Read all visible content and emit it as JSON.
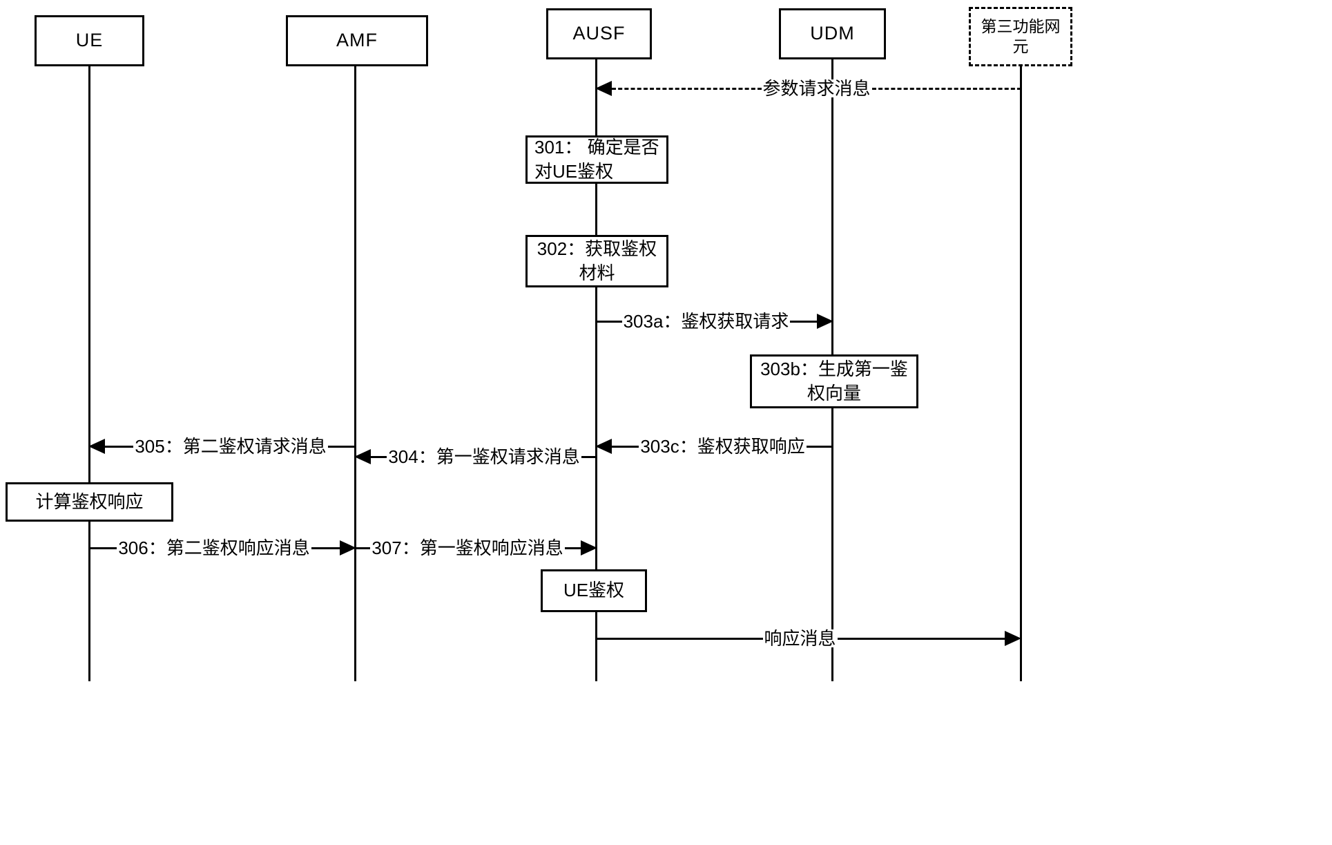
{
  "diagram": {
    "title": "5G authentication sequence diagram",
    "stroke_color": "#000000",
    "background_color": "#ffffff"
  },
  "actors": [
    {
      "id": "ue",
      "label": "UE",
      "style": "solid"
    },
    {
      "id": "amf",
      "label": "AMF",
      "style": "solid"
    },
    {
      "id": "ausf",
      "label": "AUSF",
      "style": "solid"
    },
    {
      "id": "udm",
      "label": "UDM",
      "style": "solid"
    },
    {
      "id": "third",
      "label": "第三功能网元",
      "style": "dashed"
    }
  ],
  "notes": [
    {
      "id": "n301",
      "line1": "301： 确定是否",
      "line2": "对UE鉴权",
      "align": "left"
    },
    {
      "id": "n302",
      "line1": "302：获取鉴权",
      "line2": "材料",
      "align": "center"
    },
    {
      "id": "n303b",
      "line1": "303b：生成第一鉴",
      "line2": "权向量",
      "align": "center"
    },
    {
      "id": "ncalc",
      "line1": "计算鉴权响应",
      "line2": "",
      "align": "center"
    },
    {
      "id": "nauth",
      "line1": "UE鉴权",
      "line2": "",
      "align": "center"
    }
  ],
  "messages": [
    {
      "id": "m_param",
      "label": "参数请求消息",
      "from": "third",
      "to": "ausf",
      "style": "dashed",
      "direction": "left"
    },
    {
      "id": "m_303a",
      "label": "303a：鉴权获取请求",
      "from": "ausf",
      "to": "udm",
      "style": "solid",
      "direction": "right"
    },
    {
      "id": "m_305",
      "label": "305：第二鉴权请求消息",
      "from": "amf",
      "to": "ue",
      "style": "solid",
      "direction": "left"
    },
    {
      "id": "m_304",
      "label": "304：第一鉴权请求消息",
      "from": "ausf",
      "to": "amf",
      "style": "solid",
      "direction": "left"
    },
    {
      "id": "m_303c",
      "label": "303c：鉴权获取响应",
      "from": "udm",
      "to": "ausf",
      "style": "solid",
      "direction": "left"
    },
    {
      "id": "m_306",
      "label": "306：第二鉴权响应消息",
      "from": "ue",
      "to": "amf",
      "style": "solid",
      "direction": "right"
    },
    {
      "id": "m_307",
      "label": "307：第一鉴权响应消息",
      "from": "amf",
      "to": "ausf",
      "style": "solid",
      "direction": "right"
    },
    {
      "id": "m_resp",
      "label": "响应消息",
      "from": "ausf",
      "to": "third",
      "style": "solid",
      "direction": "right"
    }
  ]
}
